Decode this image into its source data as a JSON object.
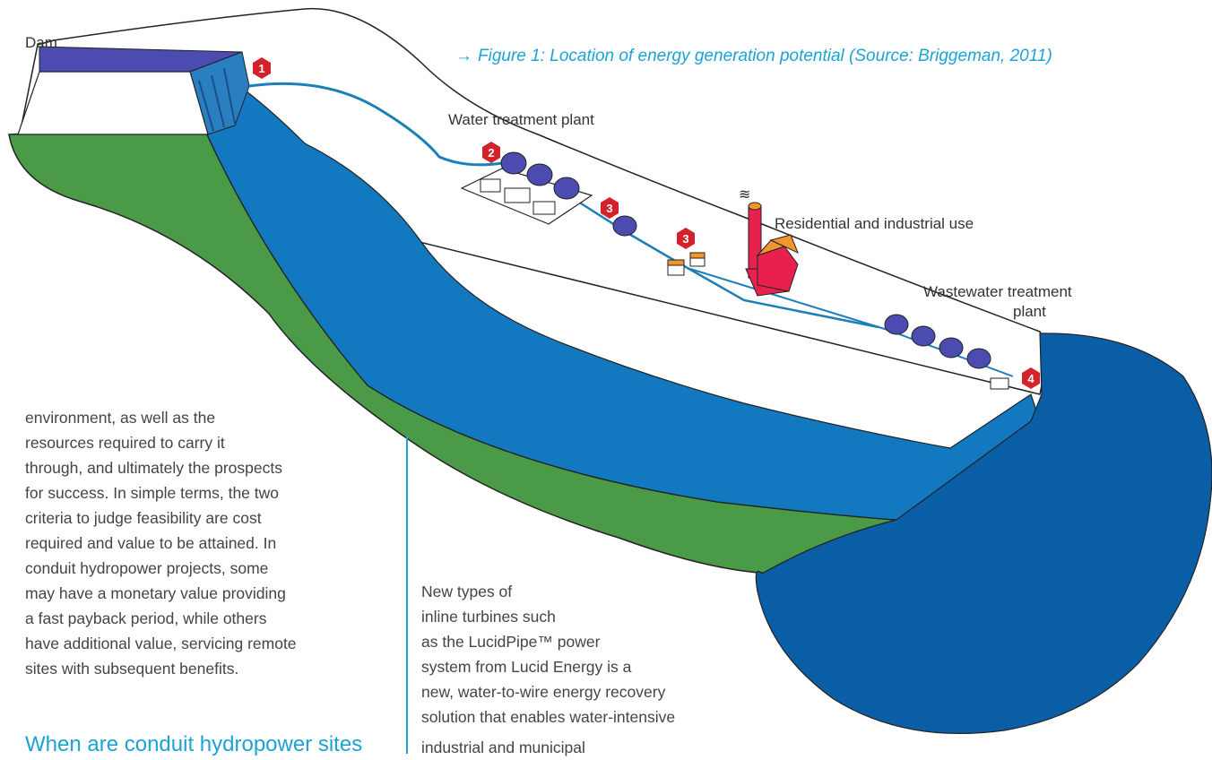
{
  "caption": {
    "arrow": "→",
    "text": "Figure 1: Location of energy generation potential (Source: Briggeman, 2011)"
  },
  "labels": {
    "dam": "Dam",
    "water_treatment": "Water treatment plant",
    "residential": "Residential and industrial use",
    "wastewater_1": "Wastewater treatment",
    "wastewater_2": "plant"
  },
  "markers": [
    "1",
    "2",
    "3",
    "3",
    "4"
  ],
  "colors": {
    "river": "#1279c0",
    "lake": "#0a5ea5",
    "land": "#4a9a48",
    "tank": "#4b4bb0",
    "marker": "#d2232a",
    "factory": "#e8204e",
    "roof": "#f0962a",
    "caption": "#1ba3d6"
  },
  "left_column": {
    "lines": [
      "environment, as well as the",
      "resources required to carry it",
      "through, and ultimately the prospects",
      "for success. In simple terms, the two",
      "criteria to judge feasibility are cost",
      "required and value to be attained. In",
      "conduit hydropower projects, some",
      "may have a monetary value providing",
      "a fast payback period, while others",
      "have additional value, servicing remote",
      "sites with subsequent benefits."
    ],
    "cut_heading": "When are conduit hydropower sites"
  },
  "right_column": {
    "lines": [
      "New types of",
      "inline turbines such",
      "as the LucidPipe™ power",
      "system from Lucid Energy is a",
      "new, water-to-wire energy recovery",
      "solution that enables water-intensive"
    ],
    "cut_line": "industrial and municipal"
  }
}
